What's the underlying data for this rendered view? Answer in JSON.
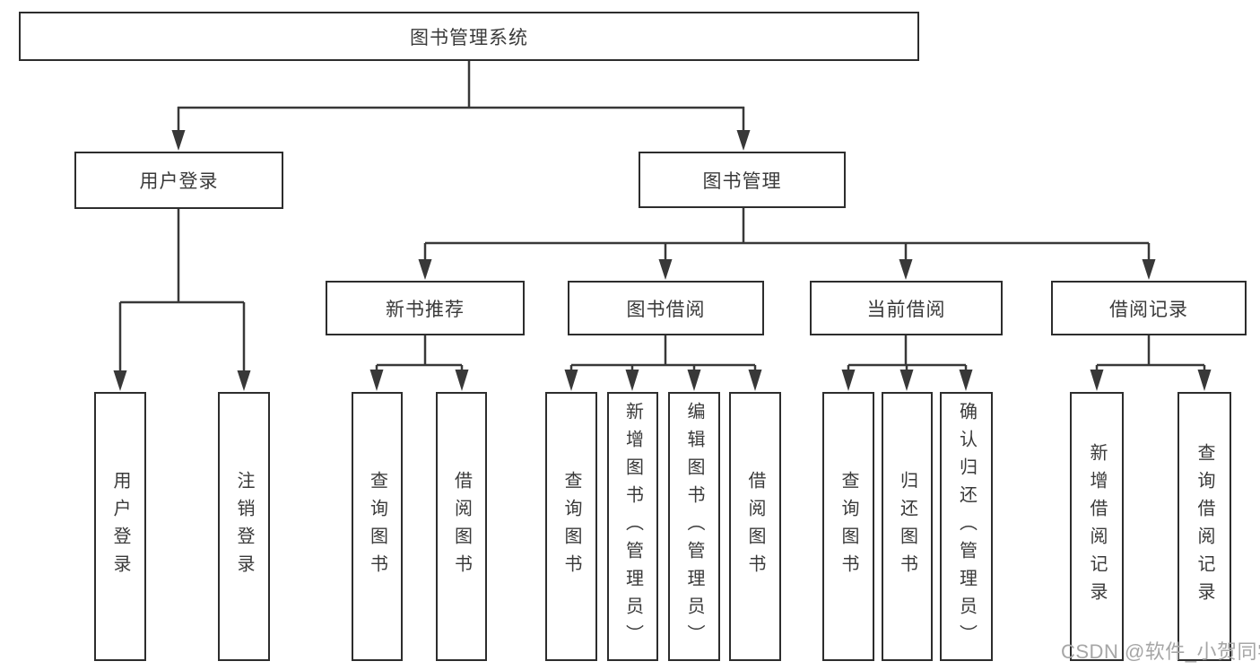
{
  "diagram": {
    "root": {
      "id": "library-management-system",
      "label": "图书管理系统"
    },
    "level2": [
      {
        "id": "user-login",
        "label": "用户登录",
        "parent": "library-management-system"
      },
      {
        "id": "book-management",
        "label": "图书管理",
        "parent": "library-management-system"
      }
    ],
    "level3": [
      {
        "id": "new-book-recommend",
        "label": "新书推荐",
        "parent": "book-management"
      },
      {
        "id": "book-borrowing",
        "label": "图书借阅",
        "parent": "book-management"
      },
      {
        "id": "current-borrowing",
        "label": "当前借阅",
        "parent": "book-management"
      },
      {
        "id": "borrowing-records",
        "label": "借阅记录",
        "parent": "book-management"
      }
    ],
    "leaves": [
      {
        "id": "leaf-user-login",
        "label": "用户登录",
        "parent": "user-login"
      },
      {
        "id": "leaf-logout",
        "label": "注销登录",
        "parent": "user-login"
      },
      {
        "id": "leaf-query-books-recommend",
        "label": "查询图书",
        "parent": "new-book-recommend"
      },
      {
        "id": "leaf-borrow-books-recommend",
        "label": "借阅图书",
        "parent": "new-book-recommend"
      },
      {
        "id": "leaf-query-books-borrowing",
        "label": "查询图书",
        "parent": "book-borrowing"
      },
      {
        "id": "leaf-add-books-admin",
        "label": "新增图书（管理员）",
        "parent": "book-borrowing"
      },
      {
        "id": "leaf-edit-books-admin",
        "label": "编辑图书（管理员）",
        "parent": "book-borrowing"
      },
      {
        "id": "leaf-borrow-books",
        "label": "借阅图书",
        "parent": "book-borrowing"
      },
      {
        "id": "leaf-query-books-current",
        "label": "查询图书",
        "parent": "current-borrowing"
      },
      {
        "id": "leaf-return-books",
        "label": "归还图书",
        "parent": "current-borrowing"
      },
      {
        "id": "leaf-confirm-return-admin",
        "label": "确认归还（管理员）",
        "parent": "current-borrowing"
      },
      {
        "id": "leaf-add-borrow-record",
        "label": "新增借阅记录",
        "parent": "borrowing-records"
      },
      {
        "id": "leaf-query-borrow-record",
        "label": "查询借阅记录",
        "parent": "borrowing-records"
      }
    ],
    "watermark": "CSDN @软件_小贺同学",
    "colors": {
      "line": "#383838",
      "box_border": "#2d2d2d",
      "text": "#3a3a3a",
      "watermark": "#a6a6a6",
      "background": "#ffffff"
    }
  }
}
